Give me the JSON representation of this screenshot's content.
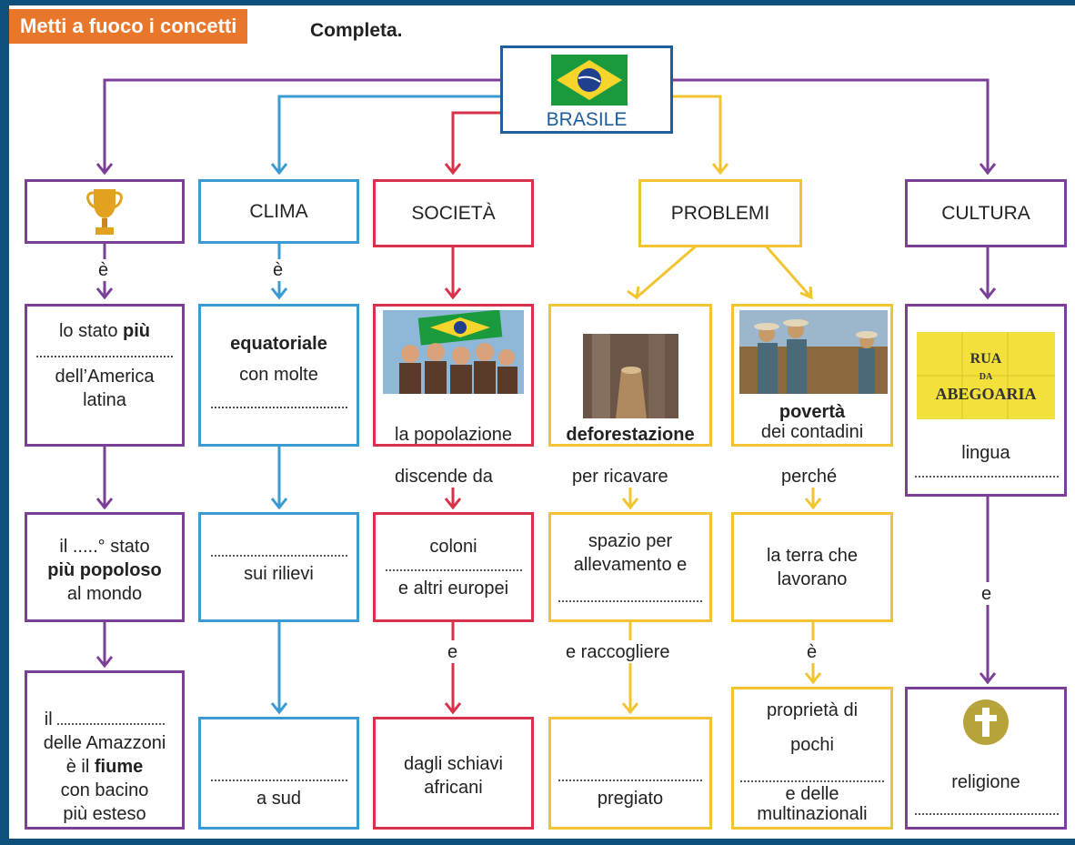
{
  "header": {
    "badge": "Metti a fuoco i concetti",
    "instruction": "Completa."
  },
  "root": {
    "label": "BRASILE"
  },
  "categories": {
    "clima": "CLIMA",
    "societa": "SOCIETÀ",
    "problemi": "PROBLEMI",
    "cultura": "CULTURA"
  },
  "connectors": {
    "e_accent_1": "è",
    "e_accent_2": "è",
    "e_accent_3": "è",
    "discende_da": "discende da",
    "per_ricavare": "per ricavare",
    "perche": "perché",
    "e_plain_1": "e",
    "e_raccogliere": "e raccogliere",
    "e_plain_2": "e"
  },
  "row2": {
    "trophy": {
      "line1": "lo stato",
      "bold": "più",
      "line2": "dell’America",
      "line3": "latina"
    },
    "clima": {
      "bold": "equatoriale",
      "line2": "con molte"
    },
    "societa": {
      "line1": "la popolazione"
    },
    "deforestazione": {
      "bold": "deforestazione"
    },
    "poverta": {
      "bold": "povertà",
      "line2": "dei contadini"
    },
    "cultura": {
      "sign1": "RUA",
      "sign2": "DA",
      "sign3": "ABEGOARIA",
      "line1": "lingua"
    }
  },
  "row3": {
    "trophy": {
      "line1": "il .....° stato",
      "bold": "più popoloso",
      "line3": "al mondo"
    },
    "clima": {
      "line1": "sui rilievi"
    },
    "societa": {
      "line1": "coloni",
      "line2": "e altri europei"
    },
    "deforestazione": {
      "line1": "spazio per",
      "line2": "allevamento e"
    },
    "poverta": {
      "line1": "la terra che",
      "line2": "lavorano"
    }
  },
  "row4": {
    "trophy": {
      "line1": "il",
      "line2": "delle Amazzoni",
      "line3a": "è il",
      "line3b": "fiume",
      "line4": "con bacino",
      "line5": "più esteso"
    },
    "clima": {
      "line1": "a sud"
    },
    "societa": {
      "line1": "dagli schiavi",
      "line2": "africani"
    },
    "deforestazione": {
      "line1": "pregiato"
    },
    "poverta": {
      "line1": "proprietà di",
      "line2": "pochi",
      "line3": "e delle",
      "line4": "multinazionali"
    },
    "cultura": {
      "line1": "religione"
    }
  },
  "colors": {
    "purple": "#7b3f98",
    "blue": "#3a9ad2",
    "red": "#d8324b",
    "yellow": "#f3c431",
    "navy": "#1f5e9b",
    "badge": "#e9772b",
    "frame": "#0e4f7c"
  }
}
